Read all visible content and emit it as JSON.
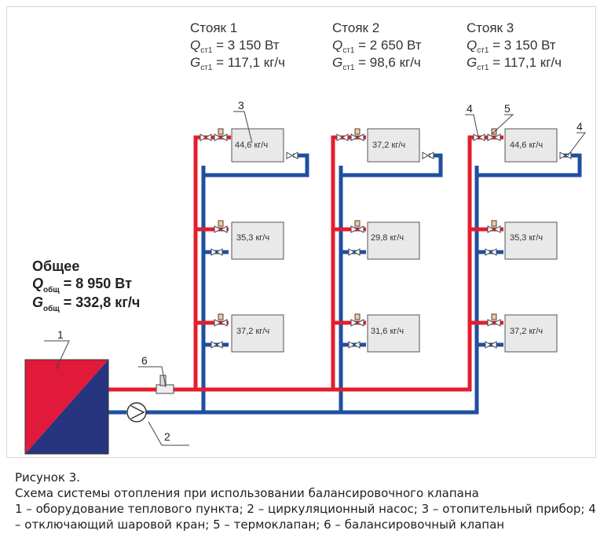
{
  "risers": [
    {
      "title": "Стояк 1",
      "q_sym": "Q",
      "g_sym": "G",
      "sub": "ст1",
      "q_val": " = 3 150 Вт",
      "g_val": " = 117,1 кг/ч",
      "radiators": [
        "44,6 кг/ч",
        "35,3 кг/ч",
        "37,2 кг/ч"
      ]
    },
    {
      "title": "Стояк 2",
      "q_sym": "Q",
      "g_sym": "G",
      "sub": "ст1",
      "q_val": " = 2 650 Вт",
      "g_val": " = 98,6 кг/ч",
      "radiators": [
        "37,2 кг/ч",
        "29,8 кг/ч",
        "31,6 кг/ч"
      ]
    },
    {
      "title": "Стояк 3",
      "q_sym": "Q",
      "g_sym": "G",
      "sub": "ст1",
      "q_val": " = 3 150 Вт",
      "g_val": " = 117,1 кг/ч",
      "radiators": [
        "44,6 кг/ч",
        "35,3 кг/ч",
        "37,2 кг/ч"
      ]
    }
  ],
  "total": {
    "title": "Общее",
    "q_sym": "Q",
    "q_sub": "общ",
    "q_val": " = 8 950 Вт",
    "g_sym": "G",
    "g_sub": "общ",
    "g_val": " = 332,8 кг/ч"
  },
  "callouts": {
    "c1": "1",
    "c2": "2",
    "c3": "3",
    "c4a": "4",
    "c4b": "4",
    "c5": "5",
    "c6": "6"
  },
  "colors": {
    "supply": "#e31e2d",
    "return": "#1f4fa0",
    "radiator": "#e9e9e9",
    "unit_red": "#e1193a",
    "unit_blue": "#27347f"
  },
  "caption": {
    "line1": "Рисунок 3.",
    "line2": "Схема системы отопления при использовании балансировочного клапана",
    "line3": "1 – оборудование теплового пункта; 2 – циркуляционный насос; 3 – отопительный прибор; 4 – отключающий шаровой кран; 5 – термоклапан; 6 – балансировочный клапан"
  }
}
